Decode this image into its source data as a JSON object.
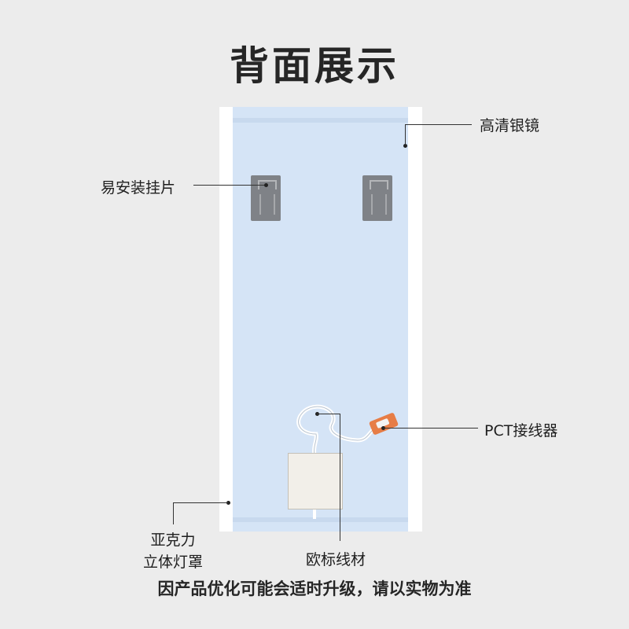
{
  "title": "背面展示",
  "labels": {
    "silver_mirror": "高清银镜",
    "hanger": "易安装挂片",
    "connector": "PCT接线器",
    "acrylic_line1": "亚克力",
    "acrylic_line2": "立体灯罩",
    "wire": "欧标线材"
  },
  "footer": "因产品优化可能会适时升级，请以实物为准",
  "colors": {
    "background": "#ececec",
    "glass": "#d5e4f6",
    "frame": "#ffffff",
    "connector": "#e77d46"
  }
}
